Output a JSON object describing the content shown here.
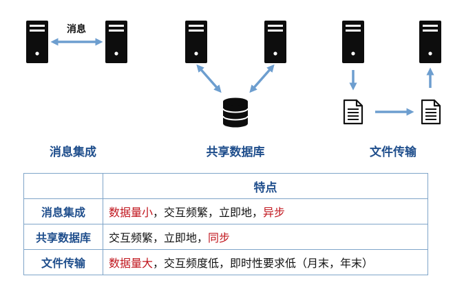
{
  "diagram": {
    "message_arrow_label": "消息",
    "groups": [
      {
        "id": "msg",
        "title": "消息集成"
      },
      {
        "id": "db",
        "title": "共享数据库"
      },
      {
        "id": "file",
        "title": "文件传输"
      }
    ]
  },
  "table": {
    "header_corner": "",
    "header": "特点",
    "rows": [
      {
        "label": "消息集成",
        "segments": [
          {
            "text": "数据量小",
            "highlight": true
          },
          {
            "text": "，交互频繁，立即地，",
            "highlight": false
          },
          {
            "text": "异步",
            "highlight": true
          }
        ]
      },
      {
        "label": "共享数据库",
        "segments": [
          {
            "text": "交互频繁，立即地，",
            "highlight": false
          },
          {
            "text": "同步",
            "highlight": true
          }
        ]
      },
      {
        "label": "文件传输",
        "segments": [
          {
            "text": "数据量大",
            "highlight": true
          },
          {
            "text": "，交互频度低，即时性要求低（月末，年末）",
            "highlight": false
          }
        ]
      }
    ]
  },
  "colors": {
    "accent_blue": "#1f4e8c",
    "arrow_blue": "#6d9ecf",
    "highlight_red": "#c0141c",
    "table_border": "#7ea4c8"
  }
}
